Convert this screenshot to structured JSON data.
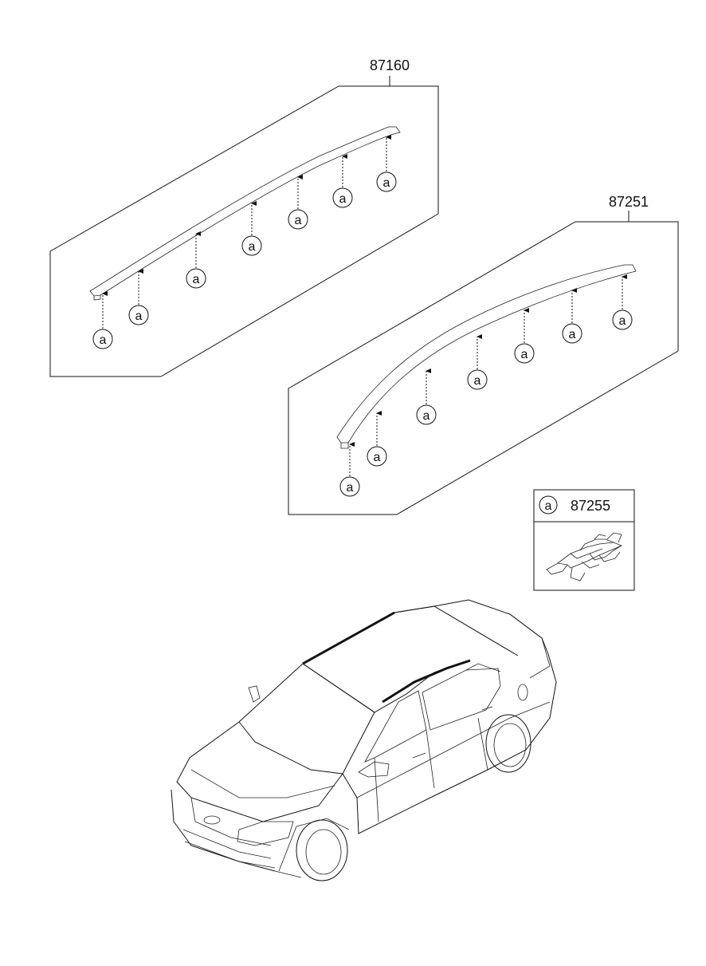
{
  "parts": {
    "upper_molding": {
      "part_number": "87160"
    },
    "lower_molding": {
      "part_number": "87251"
    },
    "clip": {
      "symbol": "a",
      "part_number": "87255"
    }
  },
  "callout_symbol": "a"
}
